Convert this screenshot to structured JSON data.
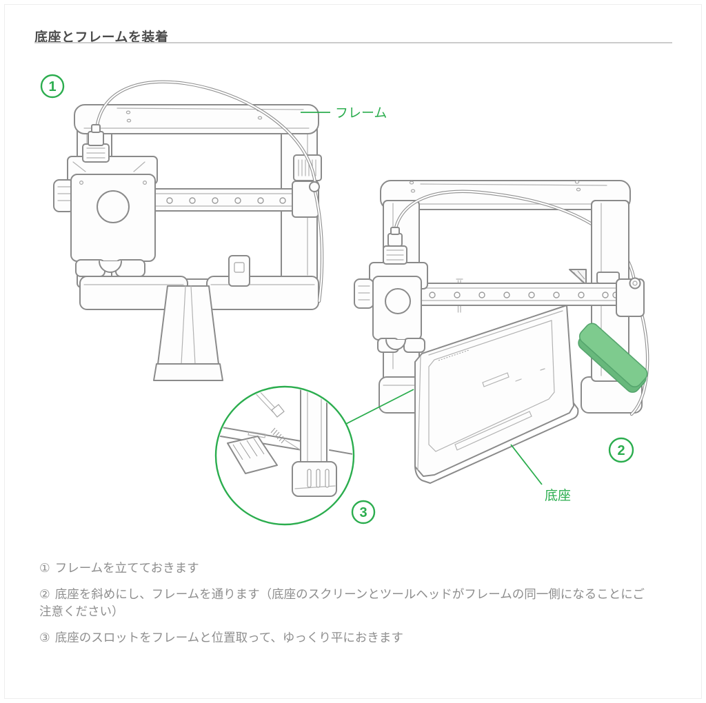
{
  "page": {
    "title": "底座とフレームを装着"
  },
  "colors": {
    "accent_green": "#2bad4e",
    "screen_fill": "#7ecb8e",
    "screen_side": "#68b87c",
    "line_gray": "#8a8a8a",
    "title_color": "#4b4b4b",
    "body_color": "#8e8e8e",
    "divider": "#cbcbcb"
  },
  "diagram": {
    "marker1": "1",
    "marker2": "2",
    "marker3": "3",
    "frame_label": "フレーム",
    "base_label": "底座"
  },
  "steps": [
    {
      "marker": "①",
      "text": "フレームを立てておきます"
    },
    {
      "marker": "②",
      "text": "底座を斜めにし、フレームを通ります（底座のスクリーンとツールヘッドがフレームの同一側になることにご注意ください）"
    },
    {
      "marker": "③",
      "text": "底座のスロットをフレームと位置取って、ゆっくり平におきます"
    }
  ]
}
